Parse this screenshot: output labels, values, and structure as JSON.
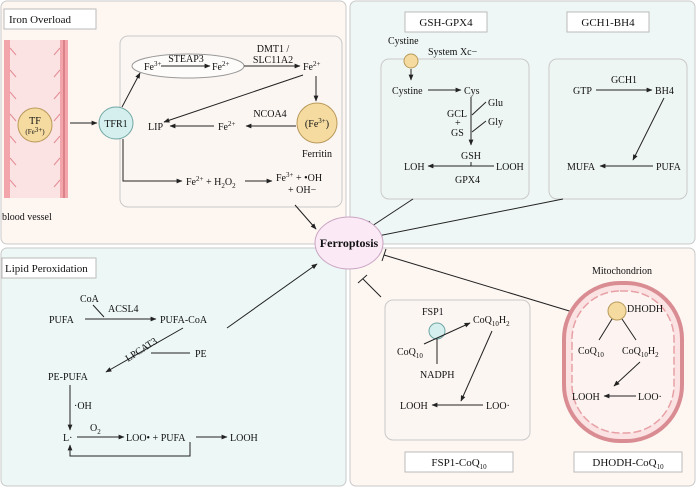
{
  "panels": {
    "iron_overload": "Iron Overload",
    "gsh_gpx4": "GSH-GPX4",
    "gch1_bh4": "GCH1-BH4",
    "lipid_peroxidation": "Lipid Peroxidation",
    "mitochondrion": "Mitochondrion",
    "fsp1_coq10": "FSP1-CoQ",
    "fsp1_coq10_sub": "10",
    "dhodh_coq10": "DHODH-CoQ",
    "dhodh_coq10_sub": "10"
  },
  "center": {
    "label": "Ferroptosis"
  },
  "iron": {
    "tf": "TF",
    "tf_fe": "(Fe",
    "tf_fe_sup": "3+",
    "tf_fe_close": ")",
    "blood_vessel": "blood vessel",
    "tfr1": "TFR1",
    "fe3_sup": "3+",
    "fe2_sup": "2+",
    "fe": "Fe",
    "steap3": "STEAP3",
    "dmt1": "DMT1 /",
    "slc11a2": "SLC11A2",
    "ncoa4": "NCOA4",
    "lip": "LIP",
    "ferritin_fe": "(Fe",
    "ferritin_fe_close": ")",
    "ferritin": "Ferritin",
    "fenton_left": "+ H",
    "fenton_h2_sub": "2",
    "fenton_o": "O",
    "fenton_o2_sub": "2",
    "fenton_right": "+ •OH",
    "fenton_oh": "+ OH−"
  },
  "gsh": {
    "cystine_top": "Cystine",
    "system_xc": "System Xc−",
    "cystine": "Cystine",
    "cys": "Cys",
    "glu": "Glu",
    "gcl": "GCL",
    "plus": "+",
    "gs": "GS",
    "gly": "Gly",
    "gsh": "GSH",
    "loh": "LOH",
    "looh": "LOOH",
    "gpx4": "GPX4"
  },
  "gch1": {
    "gtp": "GTP",
    "gch1": "GCH1",
    "bh4": "BH4",
    "mufa": "MUFA",
    "pufa": "PUFA"
  },
  "lipid": {
    "coa": "CoA",
    "acsl4": "ACSL4",
    "pufa": "PUFA",
    "pufa_coa": "PUFA-CoA",
    "lpcat3": "LPCAT3",
    "pe": "PE",
    "pe_pufa": "PE-PUFA",
    "oh": "·OH",
    "l": "L·",
    "o2": "O",
    "o2_sub": "2",
    "loo_pufa": "LOO• + PUFA",
    "looh": "LOOH"
  },
  "fsp1": {
    "fsp1": "FSP1",
    "coq10": "CoQ",
    "sub10": "10",
    "coq10h2": "CoQ",
    "h2_sub": "H",
    "h2_sub2": "2",
    "nadph": "NADPH",
    "looh": "LOOH",
    "loo": "LOO·"
  },
  "dhodh": {
    "dhodh": "DHODH",
    "coq10": "CoQ",
    "sub10": "10",
    "coq10h2": "CoQ",
    "h2": "H",
    "h2_sub": "2",
    "looh": "LOOH",
    "loo": "LOO·"
  },
  "colors": {
    "panel_tl": "#fdf6f1",
    "panel_tr": "#eef7f5",
    "panel_bl": "#edf7f6",
    "panel_br": "#fdf6f1",
    "tf_circle": "#f5dba0",
    "tfr1": "#d4efed",
    "ferroptosis": "#fbe9f6",
    "vessel": "#f2a5ab"
  }
}
